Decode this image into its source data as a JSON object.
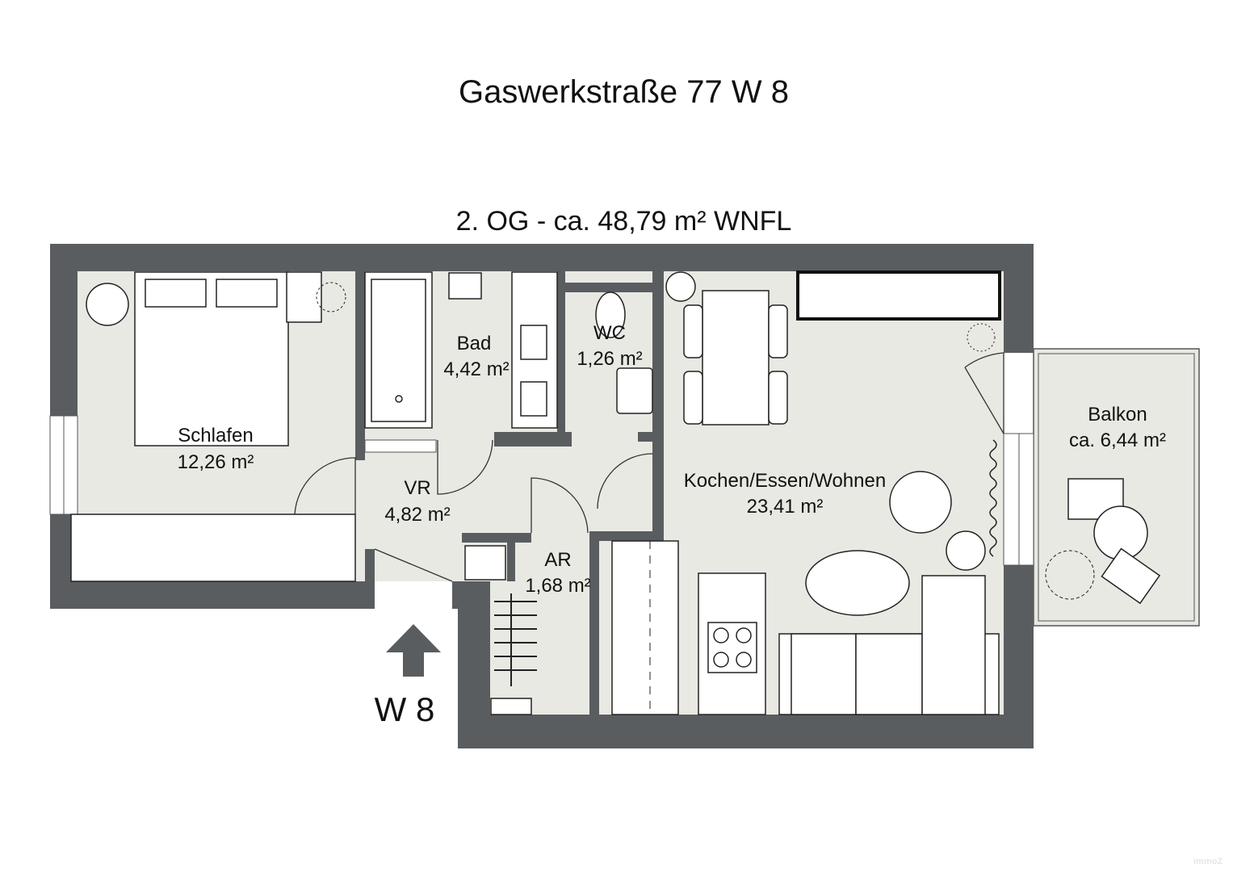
{
  "header": {
    "title": "Gaswerkstraße 77 W 8",
    "subtitle": "2. OG - ca. 48,79 m² WNFL"
  },
  "rooms": [
    {
      "name": "Schlafen",
      "area": "12,26 m²"
    },
    {
      "name": "Bad",
      "area": "4,42 m²"
    },
    {
      "name": "WC",
      "area": "1,26 m²"
    },
    {
      "name": "VR",
      "area": "4,82 m²"
    },
    {
      "name": "AR",
      "area": "1,68 m²"
    },
    {
      "name": "Kochen/Essen/Wohnen",
      "area": "23,41 m²"
    },
    {
      "name": "Balkon",
      "area": "ca. 6,44 m²"
    }
  ],
  "entrance": {
    "label": "W 8",
    "icon": "arrow-up-icon"
  },
  "watermark": "immoZ",
  "colors": {
    "wall": "#5a5d60",
    "floor": "#e8e9e2",
    "furniture": "#ffffff"
  }
}
